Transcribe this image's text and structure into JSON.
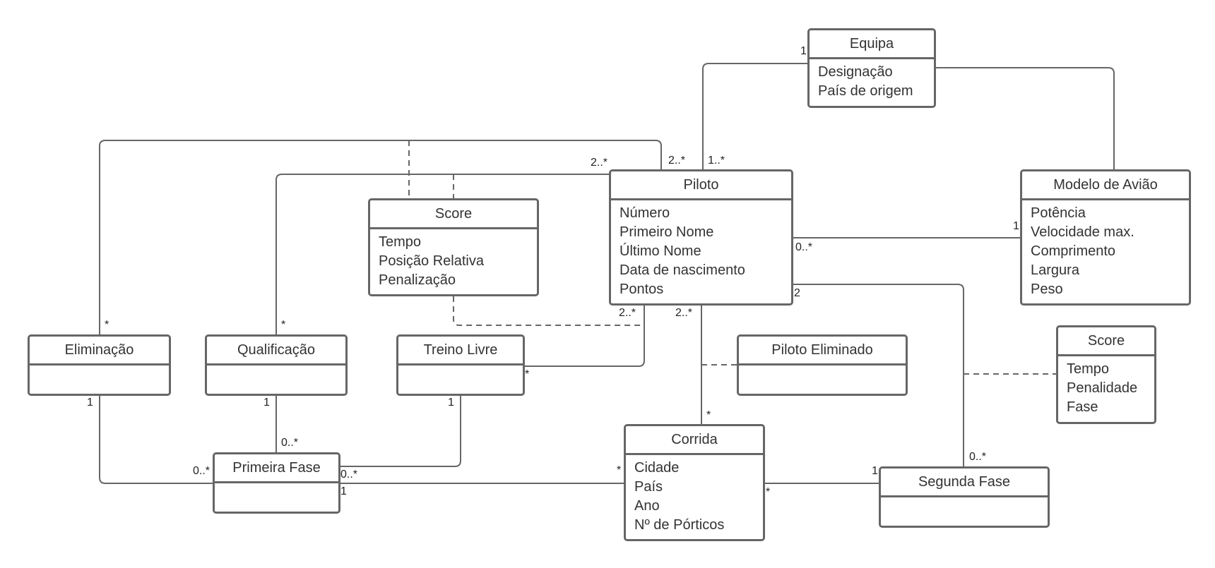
{
  "classes": {
    "equipa": {
      "name": "Equipa",
      "attributes": [
        "Designação",
        "País de origem"
      ]
    },
    "piloto": {
      "name": "Piloto",
      "attributes": [
        "Número",
        "Primeiro Nome",
        "Último Nome",
        "Data de nascimento",
        "Pontos"
      ]
    },
    "modelo_aviao": {
      "name": "Modelo de Avião",
      "attributes": [
        "Potência",
        "Velocidade max.",
        "Comprimento",
        "Largura",
        "Peso"
      ]
    },
    "score_1": {
      "name": "Score",
      "attributes": [
        "Tempo",
        "Posição Relativa",
        "Penalização"
      ]
    },
    "score_2": {
      "name": "Score",
      "attributes": [
        "Tempo",
        "Penalidade",
        "Fase"
      ]
    },
    "eliminacao": {
      "name": "Eliminação",
      "attributes": []
    },
    "qualificacao": {
      "name": "Qualificação",
      "attributes": []
    },
    "treino_livre": {
      "name": "Treino Livre",
      "attributes": []
    },
    "piloto_eliminado": {
      "name": "Piloto Eliminado",
      "attributes": []
    },
    "corrida": {
      "name": "Corrida",
      "attributes": [
        "Cidade",
        "País",
        "Ano",
        "Nº de Pórticos"
      ]
    },
    "primeira_fase": {
      "name": "Primeira Fase",
      "attributes": []
    },
    "segunda_fase": {
      "name": "Segunda Fase",
      "attributes": []
    }
  },
  "multiplicities": {
    "equipa_piloto_equipa": "1",
    "equipa_piloto_piloto": "1..*",
    "eliminacao_piloto_piloto": "2..*",
    "qualificacao_piloto_piloto": "2..*",
    "eliminacao_top": "*",
    "qualificacao_top": "*",
    "piloto_modelo_piloto": "0..*",
    "piloto_modelo_modelo": "1",
    "piloto_segunda_piloto": "2",
    "piloto_treino_piloto": "2..*",
    "piloto_treino_treino": "*",
    "piloto_corrida_piloto": "2..*",
    "piloto_corrida_corrida": "*",
    "eliminacao_primeira_elim": "1",
    "eliminacao_primeira_fase": "0..*",
    "qualificacao_primeira_qual": "1",
    "qualificacao_primeira_fase": "0..*",
    "treino_primeira_treino": "1",
    "treino_primeira_fase": "0..*",
    "primeira_corrida_fase": "1",
    "primeira_corrida_corrida": "*",
    "corrida_segunda_corrida": "*",
    "corrida_segunda_fase": "1",
    "piloto_segunda_fase": "0..*"
  }
}
